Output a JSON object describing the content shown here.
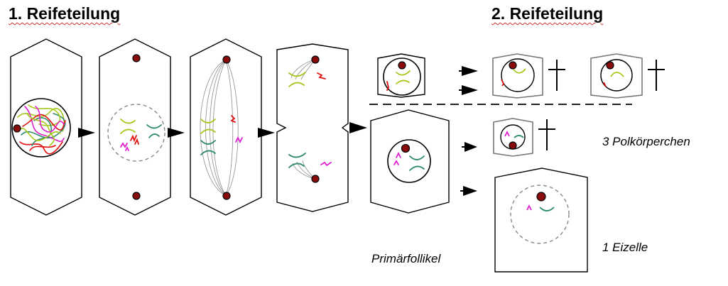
{
  "headings": {
    "first_division": "1. Reifeteilung",
    "second_division": "2. Reifeteilung"
  },
  "captions": {
    "polar_bodies": "3 Polkörperchen",
    "egg_cell": "1 Eizelle",
    "primary_follicle": "Primärfollikel"
  },
  "icons": {
    "death_marker": "latin-cross-icon",
    "arrow": "filled-triangle-arrow-icon",
    "centrosome": "dark-red-dot"
  },
  "colors": {
    "centrosome": "#8a0b0b",
    "chromosome_lime": "#a6c81e",
    "chromosome_teal": "#2e8a6e",
    "chromosome_red": "#e01010",
    "chromosome_magenta": "#e020d0",
    "cell_outline_dark": "#000000",
    "cell_outline_grey": "#777777",
    "spindle_fibers": "#999999"
  }
}
